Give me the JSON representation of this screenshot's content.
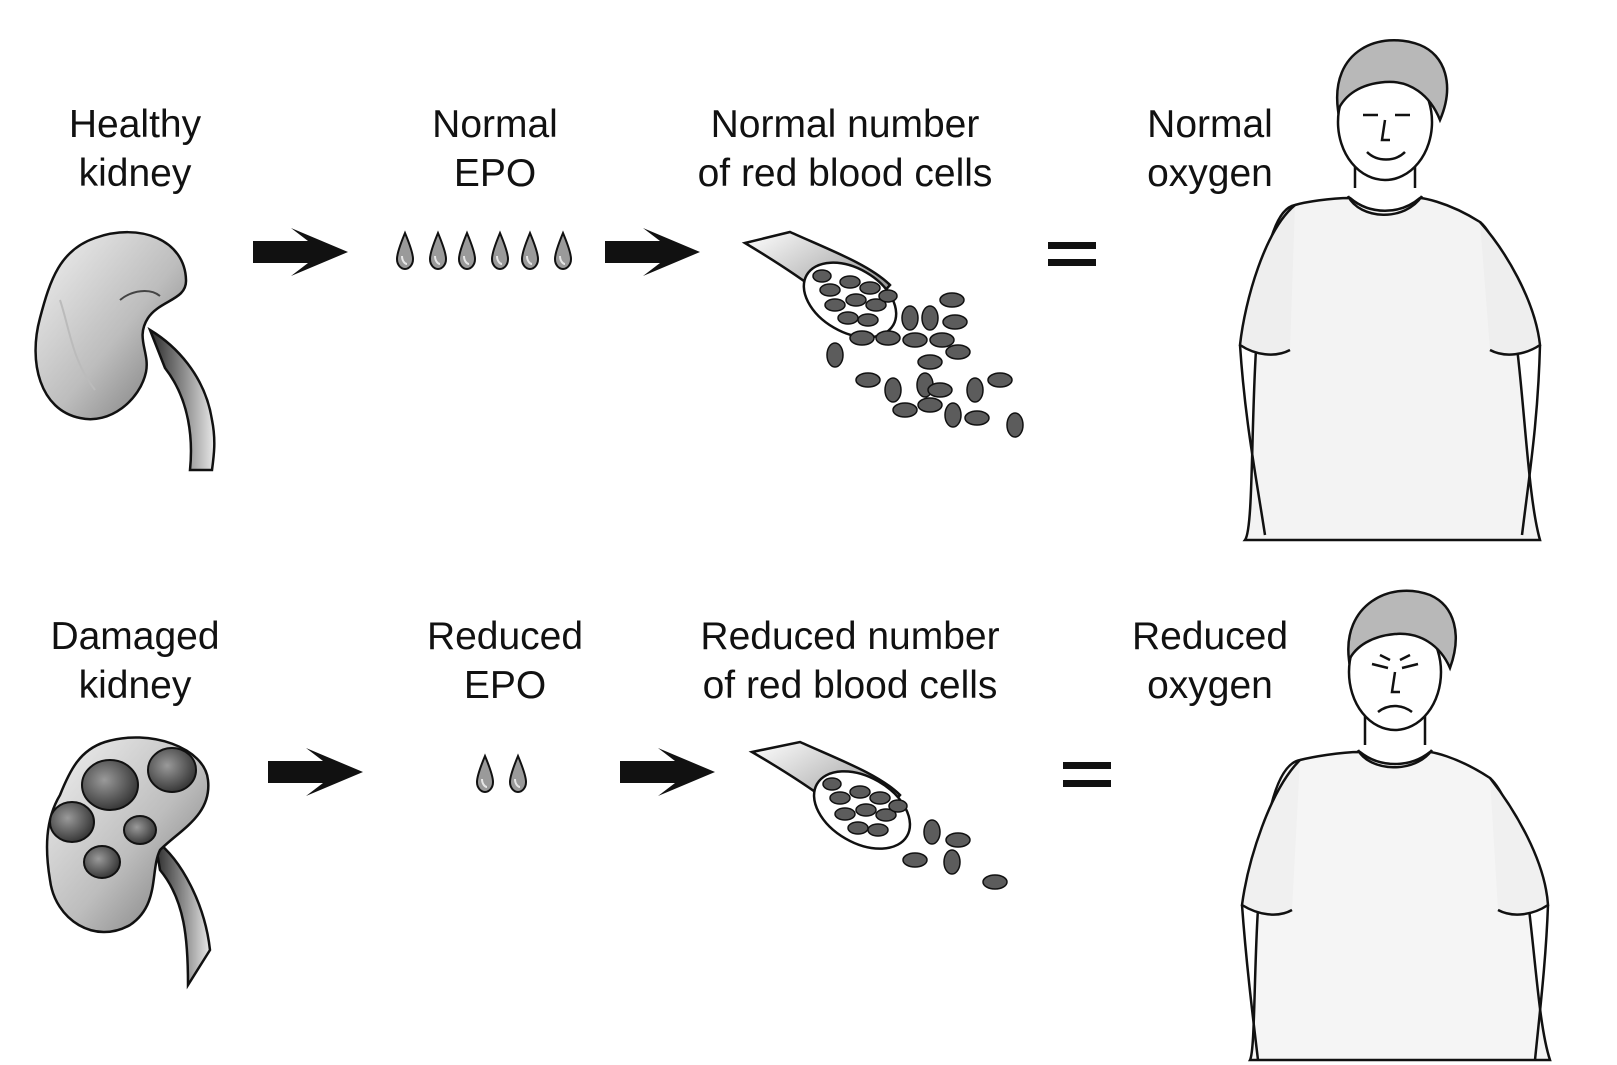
{
  "rows": [
    {
      "id": "healthy",
      "kidney": {
        "line1": "Healthy",
        "line2": "kidney",
        "icon": "healthy-kidney-illustration"
      },
      "epo": {
        "line1": "Normal",
        "line2": "EPO",
        "drop_count": 6
      },
      "cells": {
        "line1": "Normal number",
        "line2": "of red blood cells",
        "icon": "blood-vessel-many-cells"
      },
      "equals": "=",
      "oxygen": {
        "line1": "Normal",
        "line2": "oxygen",
        "icon": "smiling-person-illustration"
      }
    },
    {
      "id": "damaged",
      "kidney": {
        "line1": "Damaged",
        "line2": "kidney",
        "icon": "damaged-kidney-illustration"
      },
      "epo": {
        "line1": "Reduced",
        "line2": "EPO",
        "drop_count": 2
      },
      "cells": {
        "line1": "Reduced number",
        "line2": "of red blood cells",
        "icon": "blood-vessel-few-cells"
      },
      "equals": "=",
      "oxygen": {
        "line1": "Reduced",
        "line2": "oxygen",
        "icon": "tired-person-illustration"
      }
    }
  ],
  "colors": {
    "ink": "#111111",
    "shade": "#8a8a8a",
    "light_shade": "#d6d6d6",
    "cell_fill": "#5c5c5c"
  }
}
